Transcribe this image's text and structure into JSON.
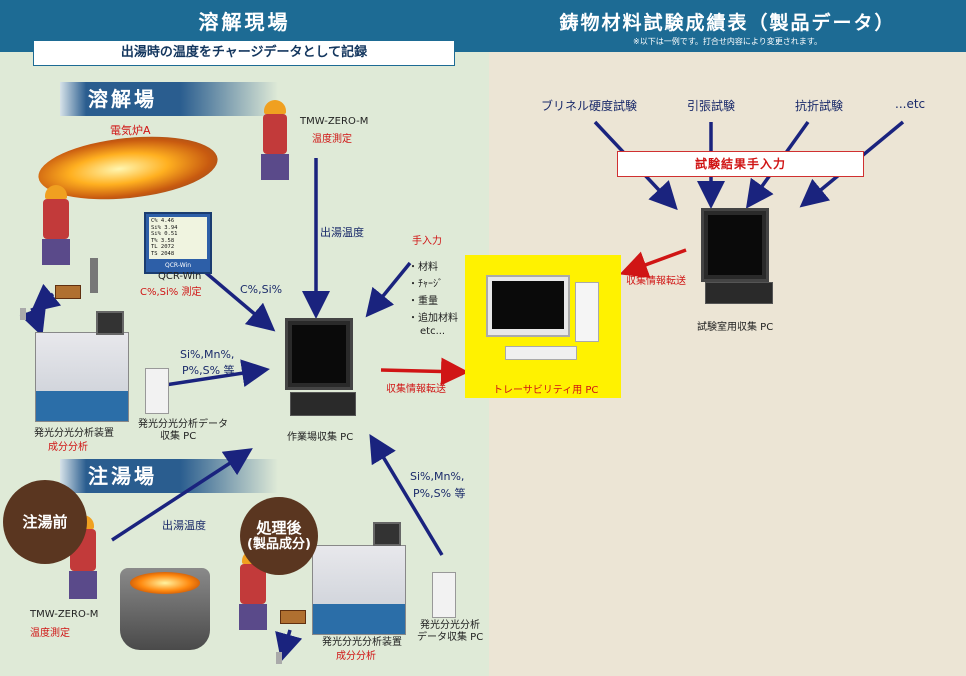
{
  "left_header": {
    "title": "溶解現場",
    "subtitle": "出湯時の温度をチャージデータとして記録"
  },
  "right_header": {
    "title": "鋳物材料試験成績表（製品データ）",
    "note": "※以下は一例です。打合せ内容により変更されます。"
  },
  "melting_area": {
    "banner": "溶解場",
    "furnace_label": "電気炉A",
    "tmw_label": "TMW-ZERO-M",
    "tmw_sub": "温度測定",
    "qcr_label": "QCR-Win",
    "qcr_sub": "C%,Si% 測定",
    "qcr_screen_label": "QCR-Win",
    "qcr_values": [
      "C% 4.46",
      "Si% 3.94",
      "Si% 0.51",
      "T% 3.58",
      "TL 2072",
      "TS 2048"
    ],
    "spectro_label": "発光分光分析装置",
    "spectro_sub": "成分分析",
    "spectro_pc_label": "発光分光分析データ",
    "spectro_pc_label2": "収集 PC"
  },
  "pouring_area": {
    "banner": "注湯場",
    "before_circle": "注湯前",
    "after_circle_line1": "処理後",
    "after_circle_line2": "(製品成分)",
    "tmw_label": "TMW-ZERO-M",
    "tmw_sub": "温度測定",
    "spectro_label": "発光分光分析装置",
    "spectro_sub": "成分分析",
    "spectro_pc_label": "発光分光分析",
    "spectro_pc_label2": "データ収集 PC"
  },
  "flows": {
    "pour_temp_top": "出湯温度",
    "cs_pct": "C%,Si%",
    "si_mn_top_1": "Si%,Mn%,",
    "si_mn_top_2": "P%,S% 等",
    "pour_temp_bottom": "出湯温度",
    "si_mn_bottom_1": "Si%,Mn%,",
    "si_mn_bottom_2": "P%,S% 等",
    "collect_transfer": "収集情報転送",
    "collect_transfer_right": "収集情報転送"
  },
  "manual_input": {
    "title": "手入力",
    "items": [
      "・材料",
      "・ﾁｬｰｼﾞ",
      "・重量",
      "・追加材料",
      "etc..."
    ]
  },
  "pcs": {
    "workplace_pc": "作業場収集 PC",
    "trace_pc": "トレーサビリティ用 PC",
    "lab_pc": "試験室用収集 PC"
  },
  "tests": {
    "items": [
      "ブリネル硬度試験",
      "引張試験",
      "抗折試験",
      "...etc"
    ],
    "manual_box": "試験結果手入力"
  },
  "colors": {
    "header": "#1d6b94",
    "arrow_blue": "#1a237e",
    "arrow_red": "#d01515",
    "highlight": "#fff200"
  }
}
